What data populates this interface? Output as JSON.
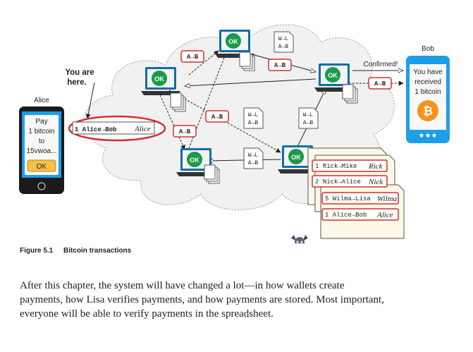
{
  "figure": {
    "you_are_here_line1": "You are",
    "you_are_here_line2": "here.",
    "alice": {
      "name": "Alice",
      "screen_lines": [
        "Pay",
        "1 bitcoin",
        "to",
        "15vwoa..."
      ],
      "ok_button": "OK"
    },
    "bob": {
      "name": "Bob",
      "screen_lines": [
        "You have",
        "received",
        "1 bitcoin"
      ],
      "confirmed_label": "Confirmed!"
    },
    "node_badge": "OK",
    "alice_tx": {
      "text": "1 Alice→Bob",
      "signature": "Alice"
    },
    "ab_tag": "A→B",
    "wl_ab": [
      "W→L",
      "A→B"
    ],
    "ledger": [
      {
        "text": "1 Rick→Mike",
        "signature": "Rick"
      },
      {
        "text": "2 Nick→Alice",
        "signature": "Nick"
      },
      {
        "text": "5 Wilma→Lisa",
        "signature": "Wilma"
      },
      {
        "text": "1 Alice→Bob",
        "signature": "Alice"
      }
    ]
  },
  "caption": {
    "number": "Figure 5.1",
    "title": "Bitcoin transactions"
  },
  "body_text": "After this chapter, the system will have changed a lot—in how wallets create payments, how Lisa verifies payments, and how payments are stored. Most important, everyone will be able to verify payments in the spreadsheet.",
  "colors": {
    "tag_red": "#d32f2f",
    "screen_blue": "#1e9ee8",
    "ok_green": "#1b9a4a",
    "bitcoin_orange": "#f7931a",
    "button_yellow": "#f6c244",
    "cloud_fill": "#f1f1f1"
  }
}
